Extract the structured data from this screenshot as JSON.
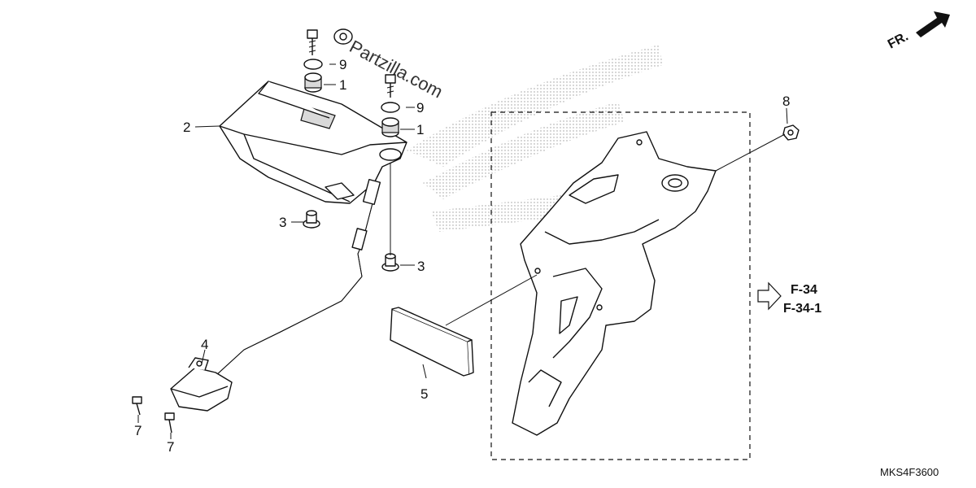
{
  "diagram": {
    "callouts": {
      "c1a": "1",
      "c1b": "1",
      "c2": "2",
      "c3a": "3",
      "c3b": "3",
      "c4": "4",
      "c5": "5",
      "c7a": "7",
      "c7b": "7",
      "c8": "8",
      "c9a": "9",
      "c9b": "9"
    },
    "watermark": "Partzilla.com",
    "direction_label": "FR.",
    "reference_1": "F-34",
    "reference_2": "F-34-1",
    "diagram_code": "MKS4F3600"
  },
  "colors": {
    "line": "#111111",
    "dots": "#9a9a9a",
    "fill": "#ffffff"
  }
}
